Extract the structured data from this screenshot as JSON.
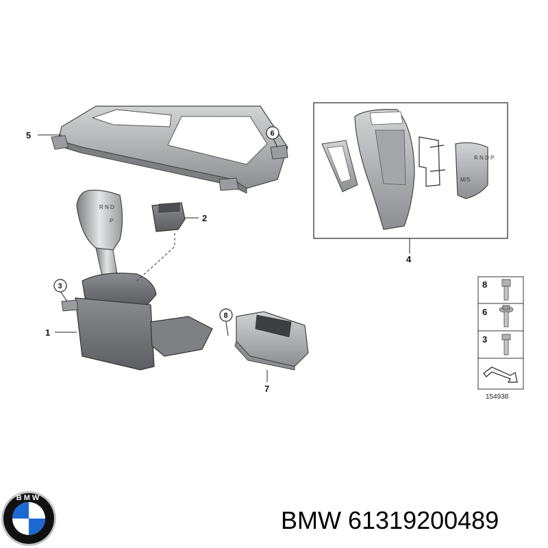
{
  "callouts": {
    "c1": "1",
    "c2": "2",
    "c3": "3",
    "c4": "4",
    "c5": "5",
    "c6": "6",
    "c7": "7",
    "c8": "8"
  },
  "legend": {
    "rows": [
      {
        "num": "8",
        "icon": "socket-head-screw-icon"
      },
      {
        "num": "6",
        "icon": "flange-screw-icon"
      },
      {
        "num": "3",
        "icon": "hex-bolt-icon"
      }
    ],
    "diagram_id": "154938"
  },
  "shifter_labels": {
    "knob_marks": "R N D",
    "knob_side": "P",
    "trim_marks": "R N D P",
    "trim_side": "M/S"
  },
  "logo": {
    "name": "bmw-roundel",
    "text": "BMW",
    "colors": {
      "blue": "#1c69d4",
      "white": "#ffffff",
      "ring": "#111111",
      "chrome": "#bfc3c7"
    }
  },
  "footer": {
    "text": "BMW 61319200489"
  }
}
